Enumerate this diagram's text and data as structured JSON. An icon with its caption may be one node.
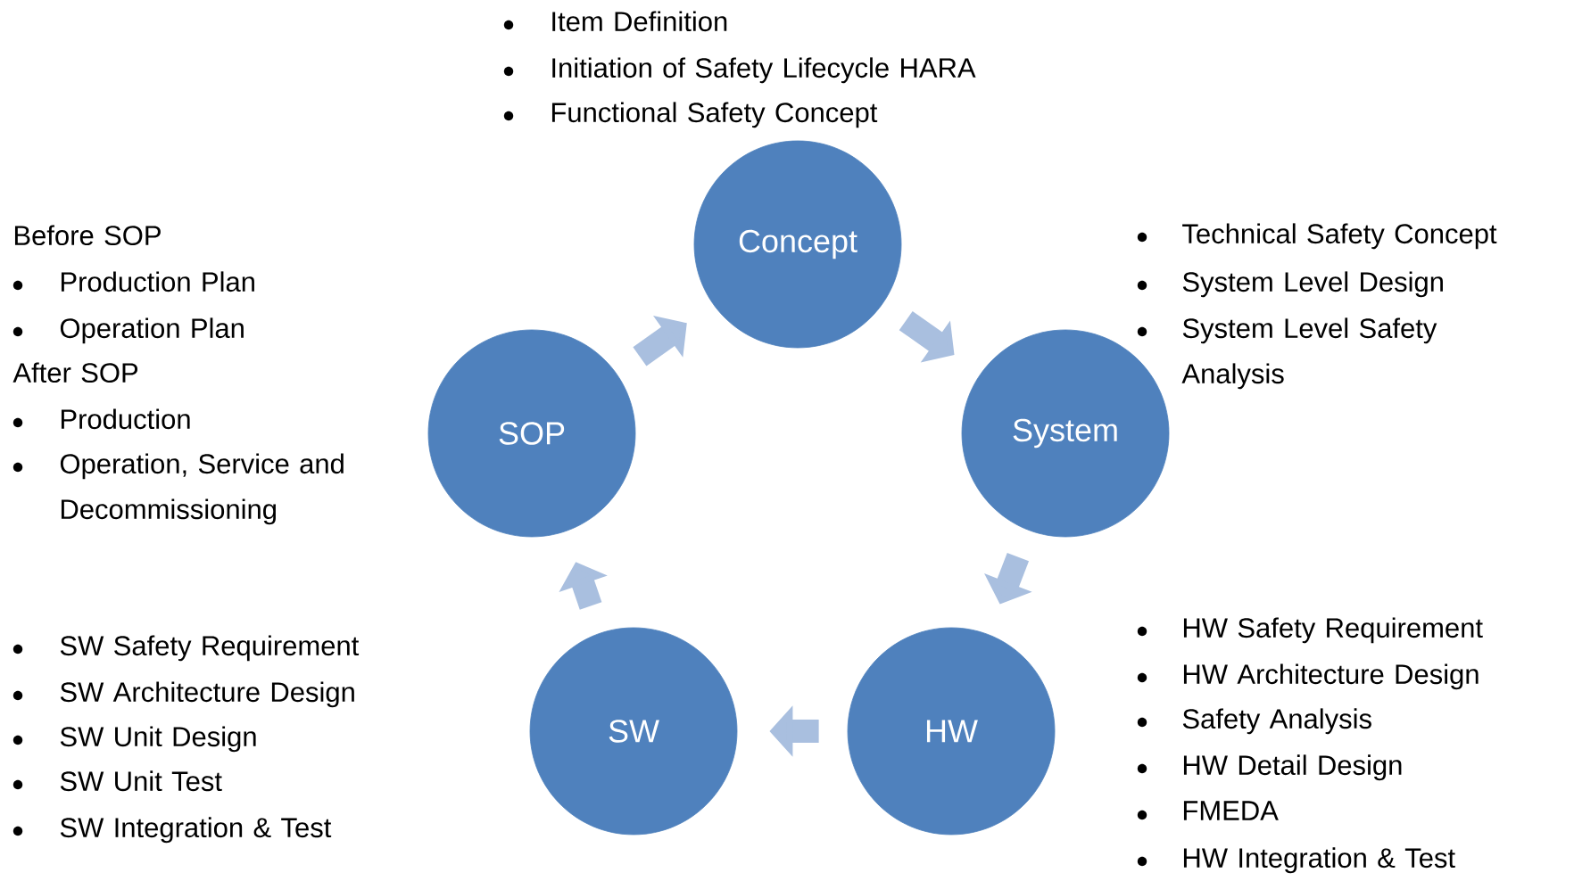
{
  "diagram": {
    "nodes": [
      {
        "text": [
          "Concept"
        ],
        "beside": [
          "Item Definition",
          "Initiation of Safety Lifecycle HARA",
          "Functional Safety Concept"
        ]
      },
      {
        "text": [
          "System"
        ],
        "beside": [
          "Technical Safety Concept",
          "System Level Design",
          "System Level Safety Analysis"
        ]
      },
      {
        "text": [
          "HW"
        ],
        "beside": [
          "HW Safety Requirement",
          "HW Architecture Design",
          "Safety Analysis",
          "HW Detail Design",
          "FMEDA",
          "HW Integration & Test"
        ]
      },
      {
        "text": [
          "SW"
        ],
        "beside": [
          "SW Safety Requirement",
          "SW Architecture Design",
          "SW Unit Design",
          "SW Unit Test",
          "SW Integration & Test"
        ]
      },
      {
        "text": [
          "SOP"
        ],
        "beside": [
          "Before SOP",
          "Production Plan",
          "Operation Plan",
          "After SOP",
          "Production",
          "Operation, Service and Decommissioning"
        ]
      }
    ],
    "edges": [
      {
        "from": 0,
        "to": 1,
        "arrow": "to"
      },
      {
        "from": 1,
        "to": 2,
        "arrow": "to"
      },
      {
        "from": 2,
        "to": 3,
        "arrow": "to"
      },
      {
        "from": 3,
        "to": 4,
        "arrow": "to"
      },
      {
        "from": 4,
        "to": 0,
        "arrow": "to"
      }
    ]
  }
}
